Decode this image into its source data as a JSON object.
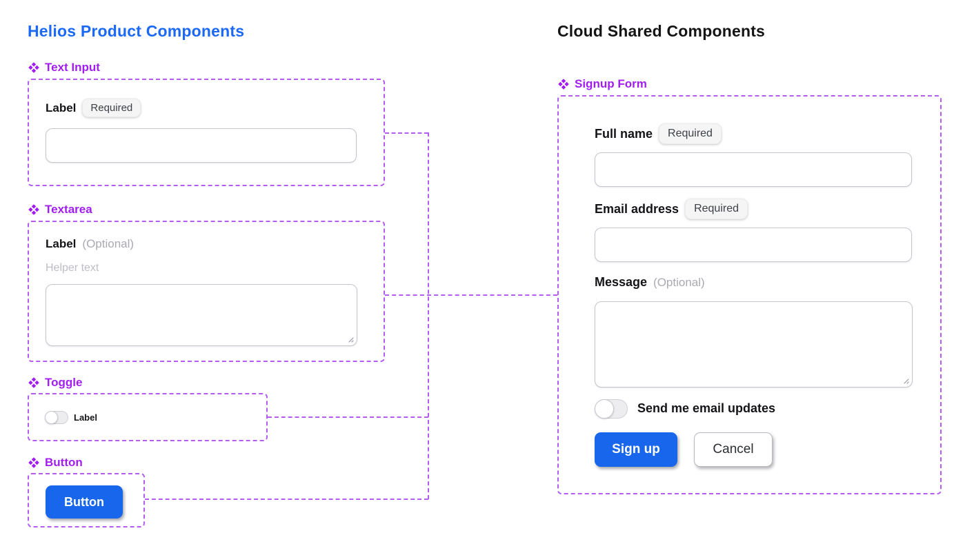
{
  "colors": {
    "title_blue": "#1b69f6",
    "title_dark": "#141414",
    "component_purple_text": "#a21df2",
    "component_purple_dash": "#b45bf0",
    "accent_button_blue": "#1766ec",
    "badge_background": "#f5f5f6"
  },
  "left_panel": {
    "title": "Helios Product Components",
    "sections": {
      "text_input": {
        "heading": "Text Input",
        "label": "Label",
        "badge": "Required",
        "input_value": ""
      },
      "textarea": {
        "heading": "Textarea",
        "label": "Label",
        "optional_suffix": "(Optional)",
        "helper_text": "Helper text",
        "textarea_value": ""
      },
      "toggle": {
        "heading": "Toggle",
        "label": "Label",
        "state": "off"
      },
      "button": {
        "heading": "Button",
        "button_label": "Button"
      }
    }
  },
  "right_panel": {
    "title": "Cloud Shared Components",
    "signup_form": {
      "heading": "Signup Form",
      "full_name": {
        "label": "Full name",
        "badge": "Required",
        "input_value": ""
      },
      "email": {
        "label": "Email address",
        "badge": "Required",
        "input_value": ""
      },
      "message": {
        "label": "Message",
        "optional_suffix": "(Optional)",
        "textarea_value": ""
      },
      "email_updates": {
        "label": "Send me email updates",
        "state": "off"
      },
      "signup_button": "Sign up",
      "cancel_button": "Cancel"
    }
  }
}
